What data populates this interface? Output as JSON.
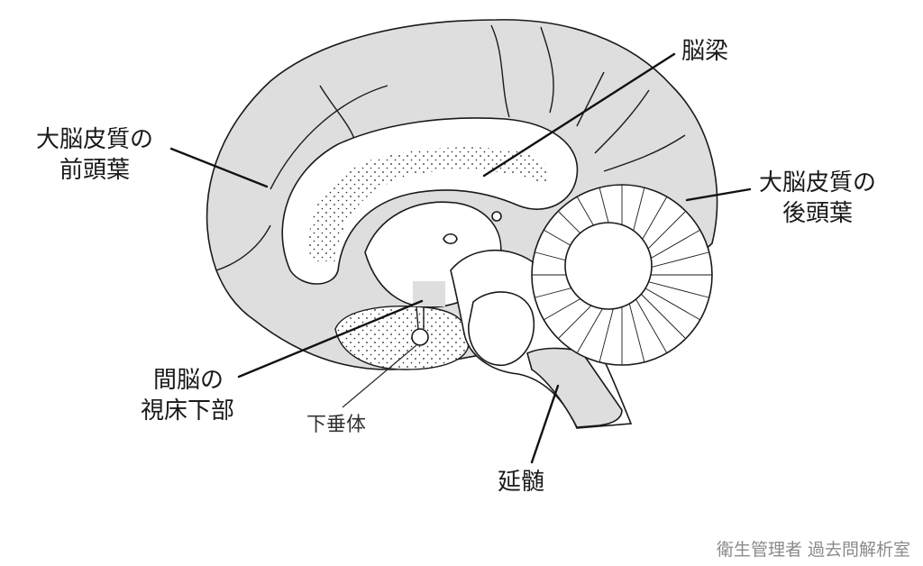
{
  "labels": {
    "frontal_lobe_line1": "大脳皮質の",
    "frontal_lobe_line2": "前頭葉",
    "corpus_callosum": "脳梁",
    "occipital_lobe_line1": "大脳皮質の",
    "occipital_lobe_line2": "後頭葉",
    "hypothalamus_line1": "間脳の",
    "hypothalamus_line2": "視床下部",
    "pituitary": "下垂体",
    "medulla": "延髄"
  },
  "watermark": "衛生管理者 過去問解析室",
  "colors": {
    "cortex_fill": "#dedede",
    "outline": "#1a1a1a",
    "background": "#ffffff"
  }
}
